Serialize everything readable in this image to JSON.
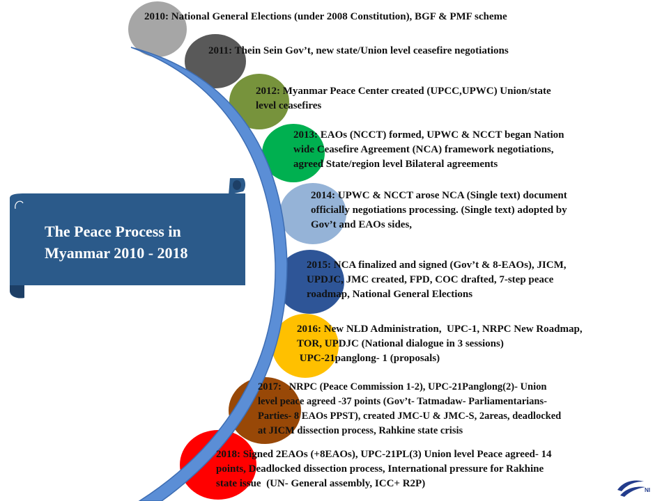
{
  "title": {
    "lines": [
      "The Peace Process in",
      "Myanmar 2010 - 2018"
    ]
  },
  "colors": {
    "banner": "#2b5a8a",
    "banner_edge": "#1d3f66",
    "arc": "#5b8ed6",
    "arc_edge": "#3d6db3"
  },
  "timeline": [
    {
      "year": "2010",
      "color": "#a6a6a6",
      "lines": [
        "2010: National General Elections (under 2008 Constitution), BGF & PMF scheme"
      ]
    },
    {
      "year": "2011",
      "color": "#595959",
      "lines": [
        "2011: Thein Sein Gov’t, new state/Union level ceasefire negotiations"
      ]
    },
    {
      "year": "2012",
      "color": "#77933c",
      "lines": [
        "2012: Myanmar Peace Center created (UPCC,UPWC) Union/state",
        "level ceasefires"
      ]
    },
    {
      "year": "2013",
      "color": "#00b050",
      "lines": [
        "2013: EAOs (NCCT) formed, UPWC & NCCT began Nation",
        "wide Ceasefire Agreement (NCA) framework negotiations,",
        "agreed State/region level Bilateral agreements"
      ]
    },
    {
      "year": "2014",
      "color": "#95b3d7",
      "lines": [
        "2014: UPWC & NCCT arose NCA (Single text) document",
        "officially negotiations processing. (Single text) adopted by",
        "Gov’t and EAOs sides,"
      ]
    },
    {
      "year": "2015",
      "color": "#2e5597",
      "lines": [
        "2015: NCA finalized and signed (Gov’t & 8-EAOs), JICM,",
        "UPDJC, JMC created, FPD, COC drafted, 7-step peace",
        "roadmap, National General Elections"
      ]
    },
    {
      "year": "2016",
      "color": "#ffc000",
      "lines": [
        "2016: New NLD Administration,  UPC-1, NRPC New Roadmap,",
        "TOR, UPDJC (National dialogue in 3 sessions)",
        " UPC-21panglong- 1 (proposals)"
      ]
    },
    {
      "year": "2017",
      "color": "#984807",
      "lines": [
        "2017:   NRPC (Peace Commission 1-2), UPC-21Panglong(2)- Union",
        "level peace agreed -37 points (Gov’t- Tatmadaw- Parliamentarians-",
        "Parties- 8 EAOs PPST), created JMC-U & JMC-S, 2areas, deadlocked",
        "at JICM dissection process, Rahkine state crisis"
      ]
    },
    {
      "year": "2018",
      "color": "#ff0000",
      "lines": [
        "2018: Signed 2EAOs (+8EAOs), UPC-21PL(3) Union level Peace agreed- 14",
        "points, Deadlocked dissection process, International pressure for Rakhine",
        "state issue  (UN- General assembly, ICC+ R2P)"
      ]
    }
  ],
  "logo": {
    "text": "NI",
    "color": "#233c8c"
  }
}
